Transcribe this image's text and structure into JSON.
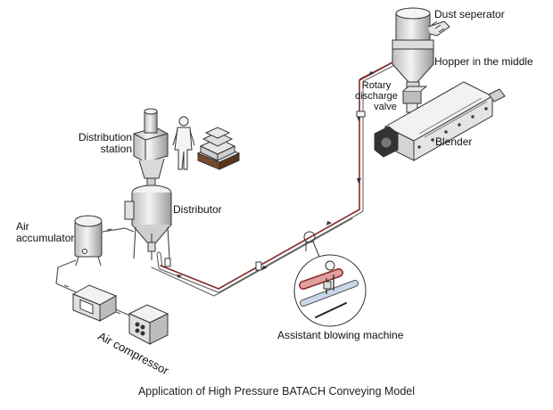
{
  "labels": {
    "dust_separator": "Dust seperator",
    "hopper": "Hopper in the middle",
    "rotary_valve_line1": "Rotary",
    "rotary_valve_line2": "discharge",
    "rotary_valve_line3": "valve",
    "blender": "Blender",
    "distribution_station_line1": "Distribution",
    "distribution_station_line2": "station",
    "distributor": "Distributor",
    "air_accumulator_line1": "Air",
    "air_accumulator_line2": "accumulator",
    "air_compressor": "Air compressor",
    "assistant_blowing_machine": "Assistant blowing machine"
  },
  "caption": "Application of High Pressure BATACH Conveying Model",
  "colors": {
    "pipe_outer": "#444444",
    "pipe_inner": "#8a2a2a",
    "equipment_fill": "#e8e8e8",
    "equipment_stroke": "#333333"
  }
}
